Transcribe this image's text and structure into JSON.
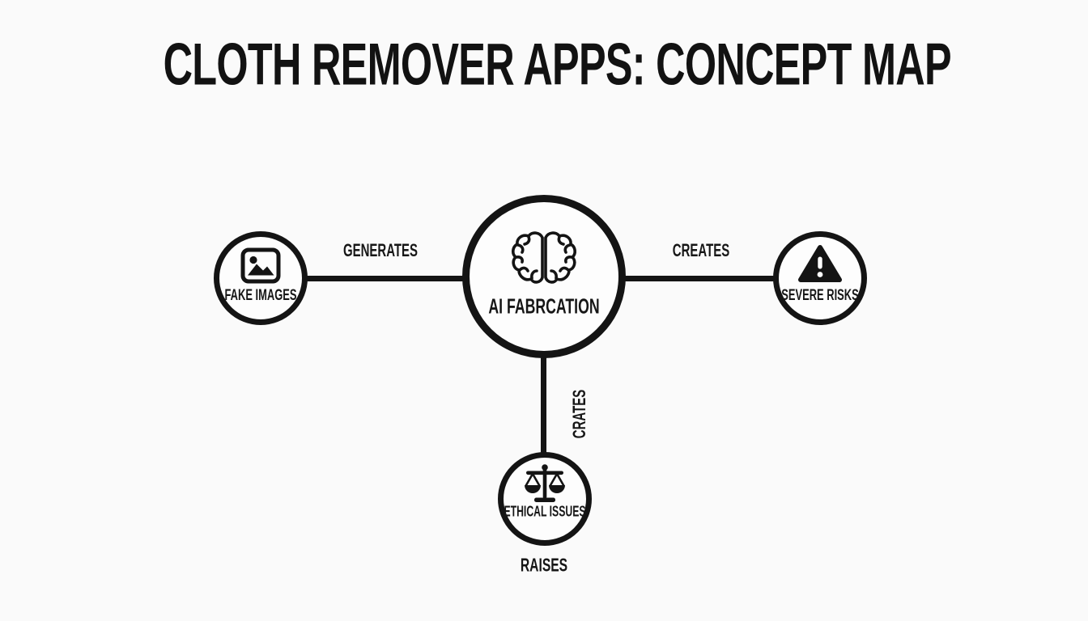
{
  "title": "CLOTH REMOVER APPS: CONCEPT MAP",
  "colors": {
    "background": "#fafafa",
    "ink": "#141414",
    "node_fill": "#fdfdfd"
  },
  "nodes": {
    "center": {
      "label": "AI FABRCATION",
      "icon": "brain-icon"
    },
    "left": {
      "label": "FAKE IMAGES",
      "icon": "image-icon"
    },
    "right": {
      "label": "SEVERE RISKS",
      "icon": "warning-icon"
    },
    "bottom": {
      "label": "ETHICAL ISSUES",
      "icon": "scales-icon"
    }
  },
  "edges": {
    "left": {
      "label": "GENERATES"
    },
    "right": {
      "label": "CREATES"
    },
    "vertical": {
      "label": "CRATES"
    },
    "bottom": {
      "label": "RAISES"
    }
  }
}
